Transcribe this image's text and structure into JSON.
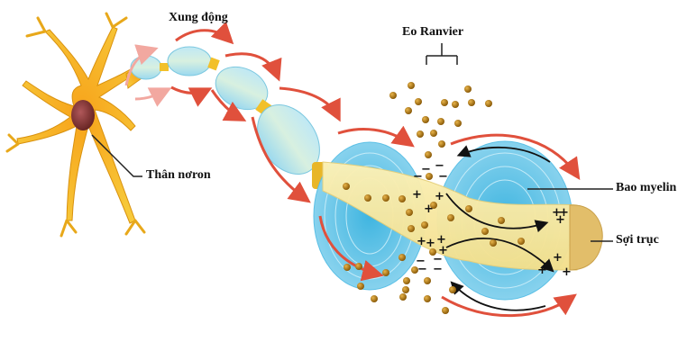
{
  "diagram": {
    "title": "Nerve impulse conduction along a myelinated axon (saltatory conduction)",
    "labels": {
      "impulse": "Xung động",
      "node_of_ranvier": "Eo Ranvier",
      "cell_body": "Thân nơron",
      "myelin_sheath": "Bao myelin",
      "axon": "Sợi trục"
    },
    "charges": {
      "positive": "+",
      "negative": "−"
    },
    "colors": {
      "neuron_body": "#f2b51c",
      "nucleus": "#7a2a2a",
      "myelin": "#7fd0ea",
      "axon": "#f7eaa0",
      "ions": "#b27a10",
      "impulse_arrows": "#e0503c",
      "current_arrows": "#111111"
    }
  }
}
